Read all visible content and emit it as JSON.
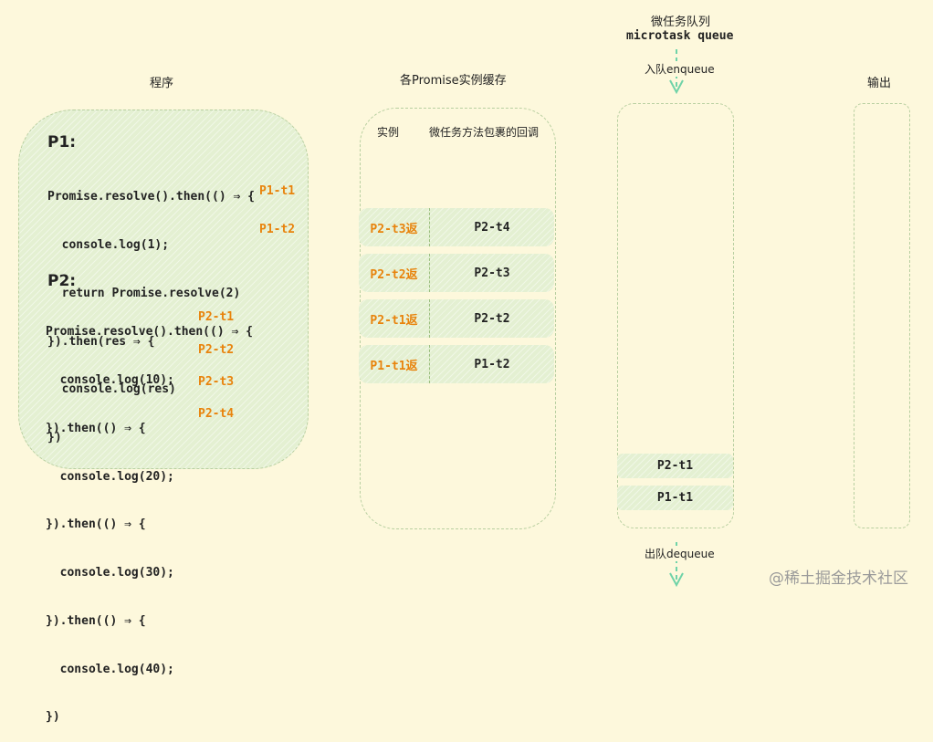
{
  "headings": {
    "program": "程序",
    "cache": "各Promise实例缓存",
    "queue_cn": "微任务队列",
    "queue_en": "microtask queue",
    "output": "输出",
    "enqueue": "入队enqueue",
    "dequeue": "出队dequeue"
  },
  "program": {
    "p1_label": "P1:",
    "p1_lines": [
      "Promise.resolve().then(() ⇒ {",
      "  console.log(1);",
      "  return Promise.resolve(2)",
      "}).then(res ⇒ {",
      "  console.log(res)",
      "})"
    ],
    "p1_tags": [
      "P1-t1",
      "P1-t2"
    ],
    "p2_label": "P2:",
    "p2_lines": [
      "Promise.resolve().then(() ⇒ {",
      "  console.log(10);",
      "}).then(() ⇒ {",
      "  console.log(20);",
      "}).then(() ⇒ {",
      "  console.log(30);",
      "}).then(() ⇒ {",
      "  console.log(40);",
      "})"
    ],
    "p2_tags": [
      "P2-t1",
      "P2-t2",
      "P2-t3",
      "P2-t4"
    ]
  },
  "cache": {
    "col_instance": "实例",
    "col_callback": "微任务方法包裹的回调",
    "rows": [
      {
        "instance": "P2-t3返",
        "callback": "P2-t4"
      },
      {
        "instance": "P2-t2返",
        "callback": "P2-t3"
      },
      {
        "instance": "P2-t1返",
        "callback": "P2-t2"
      },
      {
        "instance": "P1-t1返",
        "callback": "P1-t2"
      }
    ]
  },
  "queue": {
    "items": [
      "P2-t1",
      "P1-t1"
    ]
  },
  "watermark": "@稀土掘金技术社区",
  "colors": {
    "background": "#fdf8dc",
    "green_fill": "#e4f0d2",
    "orange": "#e8830c",
    "arrow": "#6fd3a8"
  }
}
